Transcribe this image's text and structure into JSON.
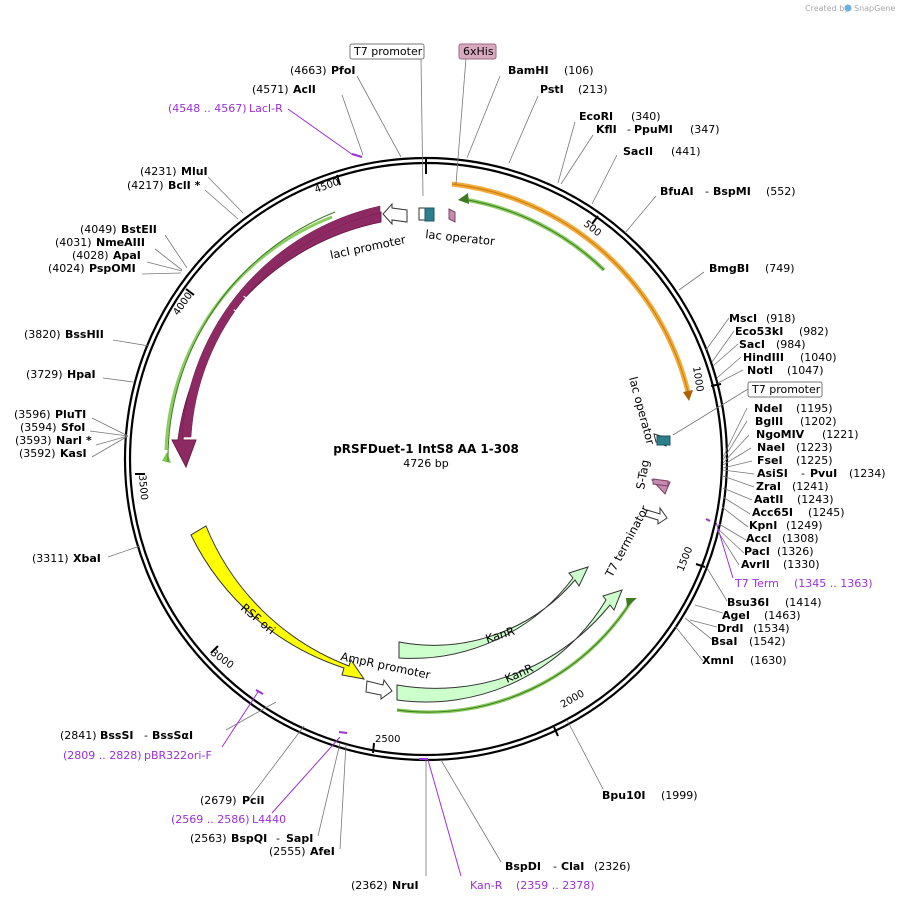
{
  "credit": "Created by",
  "credit_brand": "SnapGene",
  "plasmid": {
    "name": "pRSFDuet-1 IntS8 AA 1-308",
    "size": "4726 bp"
  },
  "ticks": [
    "500",
    "1000",
    "1500",
    "2000",
    "2500",
    "3000",
    "3500",
    "4000",
    "4500"
  ],
  "sites": {
    "pfoi": {
      "pos": "(4663)",
      "name": "PfoI"
    },
    "acli": {
      "pos": "(4571)",
      "name": "AclI"
    },
    "laciR": {
      "range": "(4548 .. 4567)",
      "name": "LacI-R"
    },
    "mlui": {
      "pos": "(4231)",
      "name": "MluI"
    },
    "bcli": {
      "pos": "(4217)",
      "name": "BclI *"
    },
    "bsteii": {
      "pos": "(4049)",
      "name": "BstEII"
    },
    "nmeaiii": {
      "pos": "(4031)",
      "name": "NmeAIII"
    },
    "apai": {
      "pos": "(4028)",
      "name": "ApaI"
    },
    "pspomi": {
      "pos": "(4024)",
      "name": "PspOMI"
    },
    "bsshii": {
      "pos": "(3820)",
      "name": "BssHII"
    },
    "hpai": {
      "pos": "(3729)",
      "name": "HpaI"
    },
    "pluti": {
      "pos": "(3596)",
      "name": "PluTI"
    },
    "sfoi": {
      "pos": "(3594)",
      "name": "SfoI"
    },
    "nari": {
      "pos": "(3593)",
      "name": "NarI *"
    },
    "kasi": {
      "pos": "(3592)",
      "name": "KasI"
    },
    "xbai": {
      "pos": "(3311)",
      "name": "XbaI"
    },
    "bsssi": {
      "pos": "(2841)",
      "name": "BssSI",
      "name2": "BssSαI"
    },
    "pbr322": {
      "range": "(2809 .. 2828)",
      "name": "pBR322ori-F"
    },
    "pcii": {
      "pos": "(2679)",
      "name": "PciI"
    },
    "l4440": {
      "range": "(2569 .. 2586)",
      "name": "L4440"
    },
    "bspqi": {
      "pos": "(2563)",
      "name": "BspQI",
      "name2": "SapI"
    },
    "afei": {
      "pos": "(2555)",
      "name": "AfeI"
    },
    "nrui": {
      "pos": "(2362)",
      "name": "NruI"
    },
    "kanR_primer": {
      "name": "Kan-R",
      "range": "(2359 .. 2378)"
    },
    "bspdi": {
      "pos": "(2326)",
      "name": "BspDI",
      "name2": "ClaI"
    },
    "bpu10i": {
      "pos": "(1999)",
      "name": "Bpu10I"
    },
    "xmni": {
      "pos": "(1630)",
      "name": "XmnI"
    },
    "bsai": {
      "pos": "(1542)",
      "name": "BsaI"
    },
    "drdi": {
      "pos": "(1534)",
      "name": "DrdI"
    },
    "agei": {
      "pos": "(1463)",
      "name": "AgeI"
    },
    "bsu36i": {
      "pos": "(1414)",
      "name": "Bsu36I"
    },
    "t7term": {
      "name": "T7 Term",
      "range": "(1345 .. 1363)"
    },
    "avrii": {
      "pos": "(1330)",
      "name": "AvrII"
    },
    "paci": {
      "pos": "(1326)",
      "name": "PacI"
    },
    "acci": {
      "pos": "(1308)",
      "name": "AccI"
    },
    "kpni": {
      "pos": "(1249)",
      "name": "KpnI"
    },
    "acc65i": {
      "pos": "(1245)",
      "name": "Acc65I"
    },
    "aatii": {
      "pos": "(1243)",
      "name": "AatII"
    },
    "zrai": {
      "pos": "(1241)",
      "name": "ZraI"
    },
    "asisi": {
      "pos": "(1234)",
      "name": "AsiSI",
      "name2": "PvuI"
    },
    "fsei": {
      "pos": "(1225)",
      "name": "FseI"
    },
    "naei": {
      "pos": "(1223)",
      "name": "NaeI"
    },
    "ngomiv": {
      "pos": "(1221)",
      "name": "NgoMIV"
    },
    "bglii": {
      "pos": "(1202)",
      "name": "BglII"
    },
    "ndei": {
      "pos": "(1195)",
      "name": "NdeI"
    },
    "t7prom2": {
      "name": "T7 promoter"
    },
    "noti": {
      "pos": "(1047)",
      "name": "NotI"
    },
    "hindiii": {
      "pos": "(1040)",
      "name": "HindIII"
    },
    "saci": {
      "pos": "(984)",
      "name": "SacI"
    },
    "eco53ki": {
      "pos": "(982)",
      "name": "Eco53kI"
    },
    "msci": {
      "pos": "(918)",
      "name": "MscI"
    },
    "bmgbi": {
      "name": "BmgBI",
      "pos": "(749)"
    },
    "bfuai": {
      "name": "BfuAI",
      "name2": "BspMI",
      "pos": "(552)"
    },
    "sacii": {
      "name": "SacII",
      "pos": "(441)"
    },
    "kfli": {
      "name": "KflI",
      "name2": "PpuMI",
      "pos": "(347)"
    },
    "ecori": {
      "name": "EcoRI",
      "pos": "(340)"
    },
    "psti": {
      "name": "PstI",
      "pos": "(213)"
    },
    "bamhi": {
      "name": "BamHI",
      "pos": "(106)"
    },
    "t7prom1": {
      "name": "T7 promoter"
    },
    "hisTag": {
      "name": "6xHis"
    }
  },
  "features": {
    "laci": "lacI",
    "laci_promoter": "lacI promoter",
    "lac_operator_top": "lac operator",
    "lac_operator_right": "lac operator",
    "s_tag": "S-Tag",
    "t7_terminator": "T7 terminator",
    "kanr_outer": "KanR",
    "kanr_inner": "KanR",
    "ampr_promoter": "AmpR promoter",
    "rsf_ori": "RSF ori"
  },
  "colors": {
    "backbone": "#000000",
    "laci": "#8e2a63",
    "orf_highlight": "#7ec850",
    "cds_orange": "#f0a830",
    "rsf_ori": "#ffff00",
    "kanr": "#ccffcc",
    "operator": "#2d7f8e",
    "s_tag": "#c68ab0",
    "primer": "#9b30d9",
    "his_tag": "#d9aabf"
  }
}
